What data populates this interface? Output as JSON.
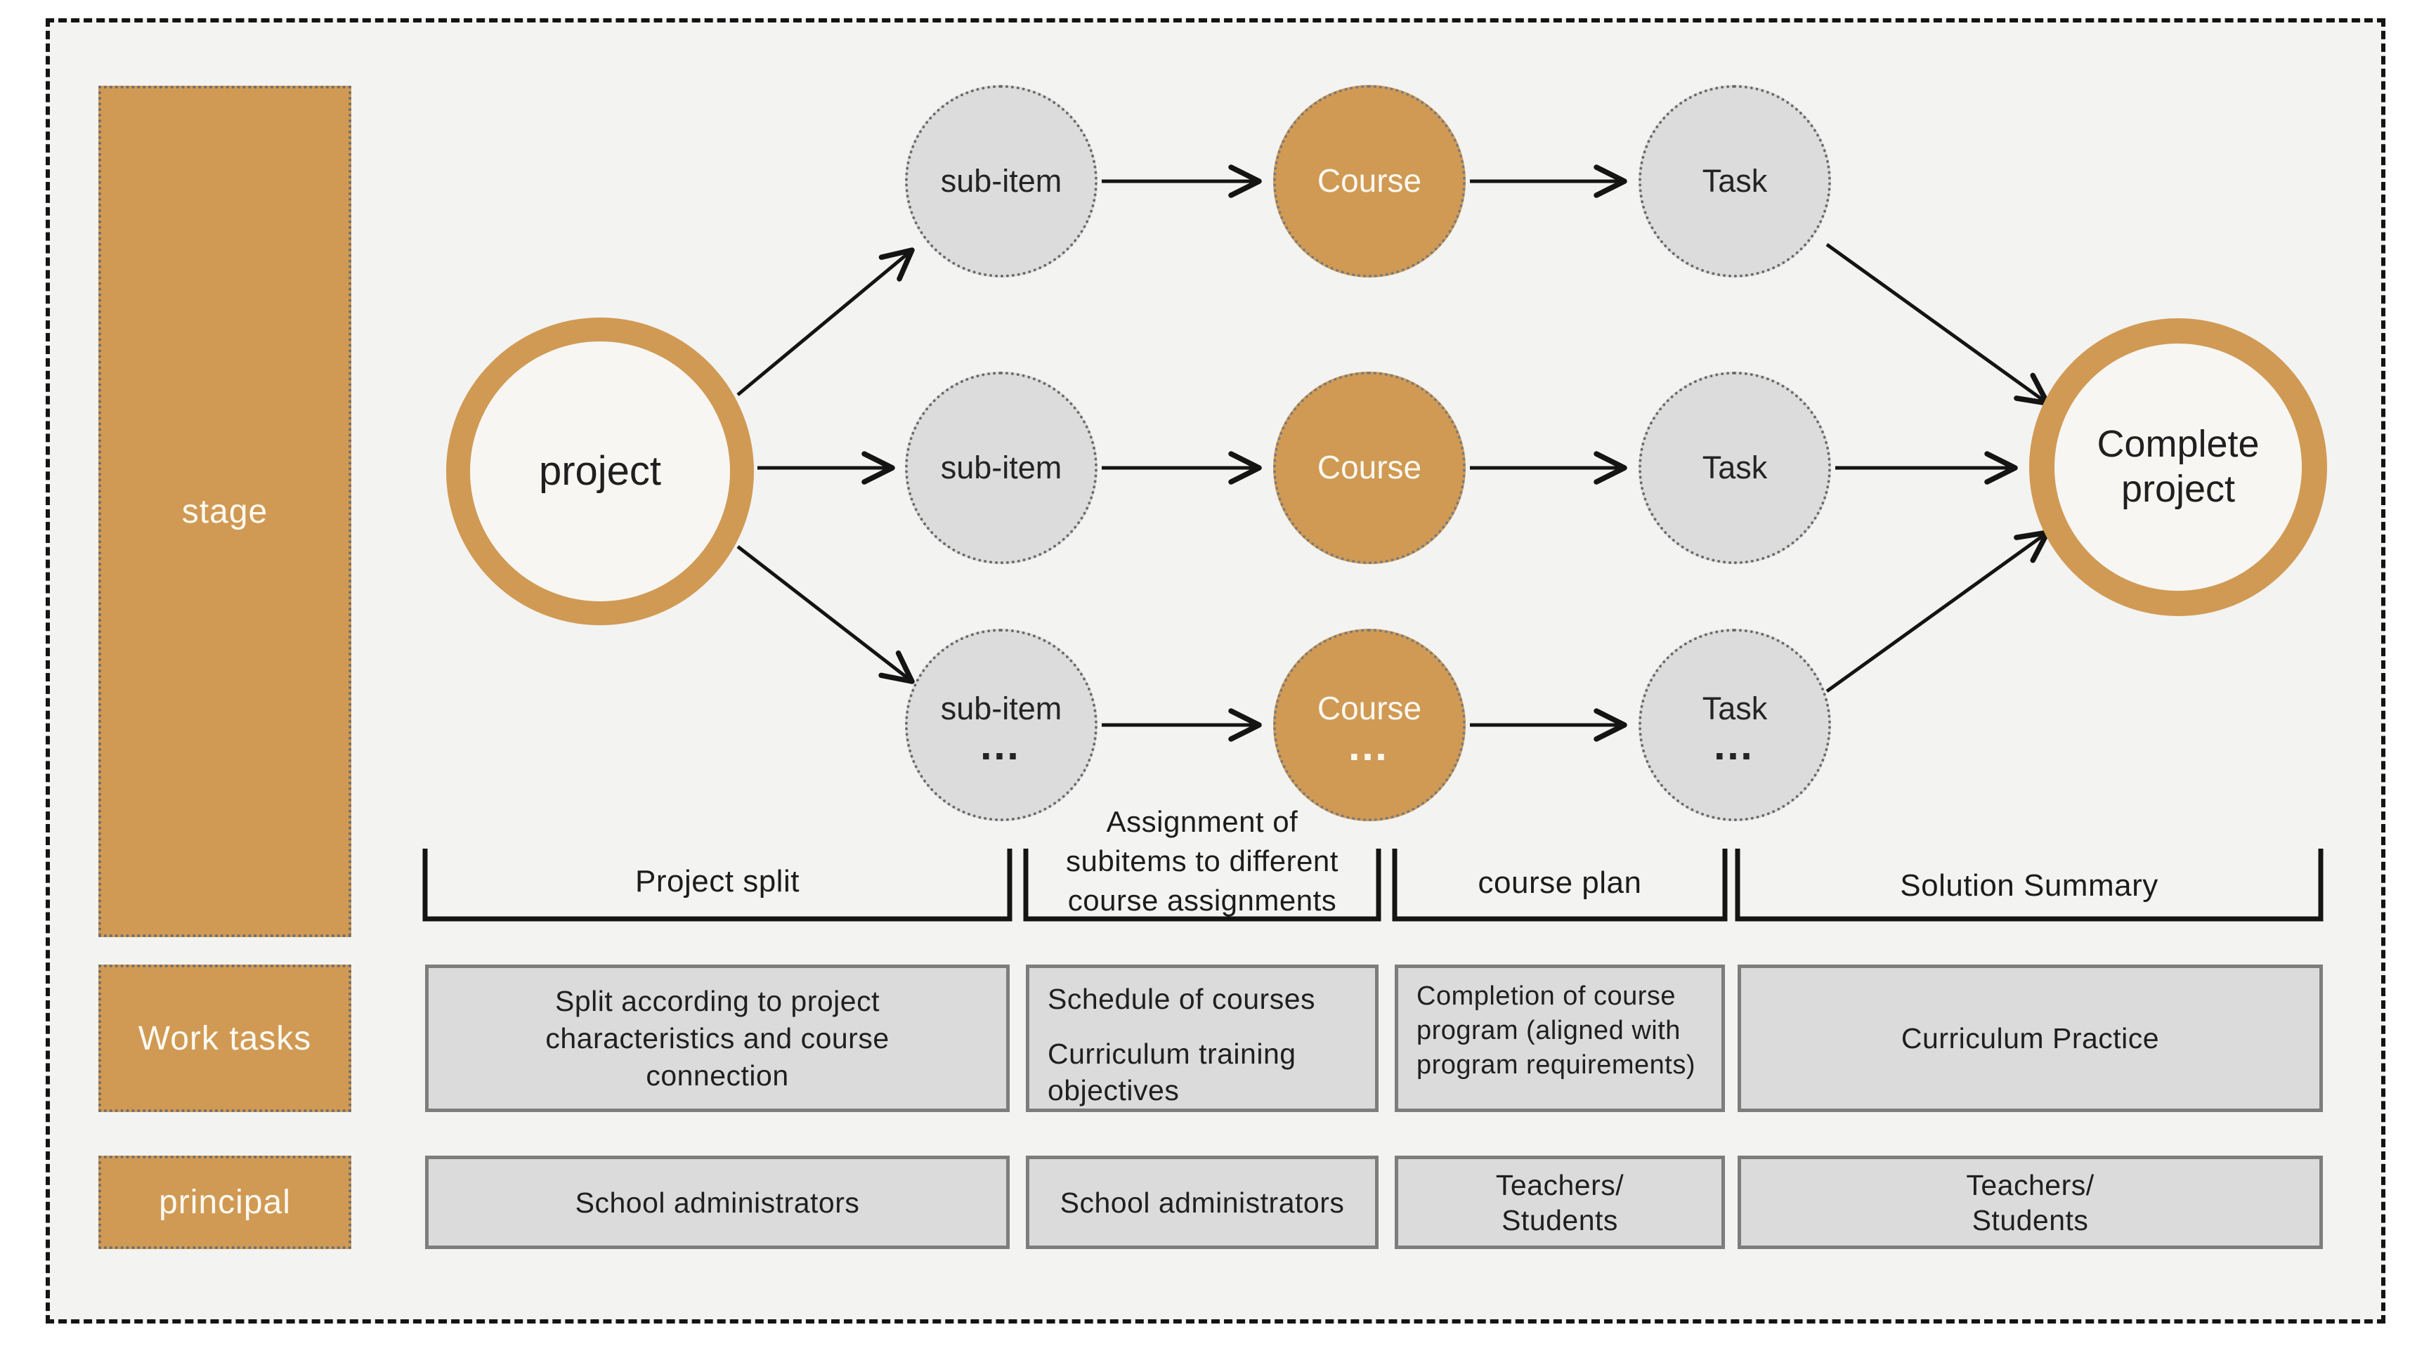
{
  "colors": {
    "accent_orange": "#d09a54",
    "panel_background": "#f3f3f1",
    "node_gray_fill": "#dcdcdc",
    "box_gray_fill": "#dbdbdb",
    "box_border_gray": "#7d7d7d",
    "line_black": "#141414",
    "text_dark": "#1f1f1f",
    "text_light": "#fdfaf3"
  },
  "left_rail": {
    "stage_label": "stage",
    "work_tasks_label": "Work tasks",
    "principal_label": "principal"
  },
  "flow": {
    "project_label": "project",
    "complete_lines": [
      "Complete",
      "project"
    ],
    "rows": [
      {
        "sub_item": "sub-item",
        "course": "Course",
        "task": "Task"
      },
      {
        "sub_item": "sub-item",
        "course": "Course",
        "task": "Task"
      },
      {
        "sub_item": "sub-item",
        "course": "Course",
        "task": "Task",
        "ellipsis": "…"
      }
    ]
  },
  "phase_brackets": [
    {
      "label": "Project split"
    },
    {
      "lines": [
        "Assignment of",
        "subitems to different",
        "course assignments"
      ]
    },
    {
      "label": "course plan"
    },
    {
      "label": "Solution Summary"
    }
  ],
  "work_tasks": [
    {
      "lines": [
        "Split according to project",
        "characteristics and course",
        "connection"
      ]
    },
    {
      "paragraphs": [
        "Schedule of courses",
        "Curriculum training objectives"
      ]
    },
    {
      "lines": [
        "Completion of course",
        "program (aligned with",
        "program requirements)"
      ]
    },
    {
      "label": "Curriculum Practice"
    }
  ],
  "principals": [
    {
      "lines": [
        "School administrators"
      ]
    },
    {
      "lines": [
        "School administrators"
      ]
    },
    {
      "lines": [
        "Teachers/",
        "Students"
      ]
    },
    {
      "lines": [
        "Teachers/",
        "Students"
      ]
    }
  ]
}
